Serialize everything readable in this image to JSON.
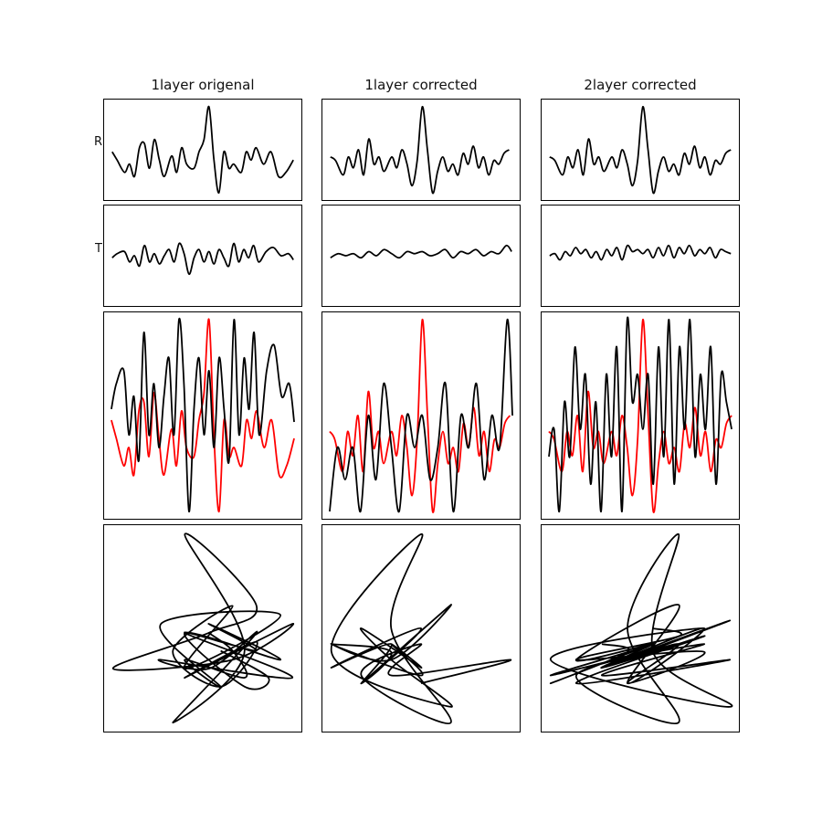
{
  "columns": [
    "1layer origenal",
    "1layer corrected",
    "2layer corrected"
  ],
  "rows": [
    "R",
    "T",
    "",
    ""
  ],
  "colors": {
    "primary": "#000000",
    "overlay": "#ff0000"
  },
  "chart_data": [
    {
      "type": "line",
      "layout": "3 columns x 4 rows of waveform panels; no axes ticks",
      "panels_per_column": [
        "R trace",
        "T trace",
        "R (red) and T (black) overlaid",
        "particle motion T vs R"
      ],
      "series": [
        {
          "name": "",
          "column": 0,
          "R": [
            [
              0.0,
              0.4
            ],
            [
              0.02,
              0.3
            ],
            [
              0.05,
              0.15
            ],
            [
              0.07,
              0.25
            ],
            [
              0.09,
              0.1
            ],
            [
              0.11,
              0.45
            ],
            [
              0.13,
              0.5
            ],
            [
              0.15,
              0.2
            ],
            [
              0.17,
              0.55
            ],
            [
              0.19,
              0.3
            ],
            [
              0.21,
              0.1
            ],
            [
              0.24,
              0.35
            ],
            [
              0.26,
              0.15
            ],
            [
              0.28,
              0.45
            ],
            [
              0.3,
              0.25
            ],
            [
              0.33,
              0.2
            ],
            [
              0.35,
              0.4
            ],
            [
              0.37,
              0.55
            ],
            [
              0.39,
              0.95
            ],
            [
              0.41,
              0.3
            ],
            [
              0.43,
              -0.1
            ],
            [
              0.45,
              0.4
            ],
            [
              0.47,
              0.2
            ],
            [
              0.49,
              0.25
            ],
            [
              0.52,
              0.15
            ],
            [
              0.54,
              0.4
            ],
            [
              0.56,
              0.3
            ],
            [
              0.58,
              0.45
            ],
            [
              0.61,
              0.25
            ],
            [
              0.64,
              0.4
            ],
            [
              0.67,
              0.1
            ],
            [
              0.7,
              0.15
            ],
            [
              0.73,
              0.3
            ]
          ],
          "T": [
            [
              0.0,
              0.1
            ],
            [
              0.02,
              0.2
            ],
            [
              0.05,
              0.25
            ],
            [
              0.07,
              0.0
            ],
            [
              0.09,
              0.15
            ],
            [
              0.11,
              -0.1
            ],
            [
              0.13,
              0.4
            ],
            [
              0.15,
              0.0
            ],
            [
              0.17,
              0.2
            ],
            [
              0.19,
              -0.05
            ],
            [
              0.21,
              0.15
            ],
            [
              0.23,
              0.3
            ],
            [
              0.25,
              0.0
            ],
            [
              0.27,
              0.45
            ],
            [
              0.29,
              0.2
            ],
            [
              0.31,
              -0.3
            ],
            [
              0.33,
              0.1
            ],
            [
              0.35,
              0.3
            ],
            [
              0.37,
              0.0
            ],
            [
              0.39,
              0.25
            ],
            [
              0.41,
              -0.05
            ],
            [
              0.43,
              0.3
            ],
            [
              0.45,
              0.1
            ],
            [
              0.47,
              -0.1
            ],
            [
              0.49,
              0.45
            ],
            [
              0.51,
              0.0
            ],
            [
              0.53,
              0.3
            ],
            [
              0.55,
              0.1
            ],
            [
              0.57,
              0.4
            ],
            [
              0.59,
              0.0
            ],
            [
              0.62,
              0.25
            ],
            [
              0.65,
              0.35
            ],
            [
              0.68,
              0.15
            ],
            [
              0.71,
              0.2
            ],
            [
              0.73,
              0.05
            ]
          ]
        },
        {
          "name": "",
          "column": 1,
          "R": [
            [
              0.0,
              0.3
            ],
            [
              0.02,
              0.25
            ],
            [
              0.05,
              0.05
            ],
            [
              0.07,
              0.3
            ],
            [
              0.09,
              0.15
            ],
            [
              0.11,
              0.4
            ],
            [
              0.13,
              0.05
            ],
            [
              0.15,
              0.55
            ],
            [
              0.17,
              0.2
            ],
            [
              0.19,
              0.3
            ],
            [
              0.21,
              0.1
            ],
            [
              0.24,
              0.3
            ],
            [
              0.26,
              0.15
            ],
            [
              0.28,
              0.4
            ],
            [
              0.3,
              0.2
            ],
            [
              0.32,
              -0.1
            ],
            [
              0.34,
              0.25
            ],
            [
              0.36,
              1.0
            ],
            [
              0.38,
              0.4
            ],
            [
              0.4,
              -0.2
            ],
            [
              0.42,
              0.1
            ],
            [
              0.44,
              0.3
            ],
            [
              0.46,
              0.1
            ],
            [
              0.48,
              0.2
            ],
            [
              0.5,
              0.05
            ],
            [
              0.52,
              0.35
            ],
            [
              0.54,
              0.2
            ],
            [
              0.56,
              0.45
            ],
            [
              0.58,
              0.15
            ],
            [
              0.6,
              0.3
            ],
            [
              0.62,
              0.05
            ],
            [
              0.64,
              0.25
            ],
            [
              0.66,
              0.2
            ],
            [
              0.68,
              0.35
            ],
            [
              0.7,
              0.4
            ]
          ],
          "T": [
            [
              0.0,
              0.1
            ],
            [
              0.03,
              0.2
            ],
            [
              0.06,
              0.15
            ],
            [
              0.09,
              0.2
            ],
            [
              0.12,
              0.1
            ],
            [
              0.15,
              0.25
            ],
            [
              0.18,
              0.15
            ],
            [
              0.21,
              0.3
            ],
            [
              0.24,
              0.2
            ],
            [
              0.27,
              0.1
            ],
            [
              0.3,
              0.25
            ],
            [
              0.33,
              0.2
            ],
            [
              0.36,
              0.25
            ],
            [
              0.39,
              0.15
            ],
            [
              0.42,
              0.2
            ],
            [
              0.45,
              0.3
            ],
            [
              0.48,
              0.1
            ],
            [
              0.51,
              0.25
            ],
            [
              0.54,
              0.2
            ],
            [
              0.57,
              0.3
            ],
            [
              0.6,
              0.15
            ],
            [
              0.63,
              0.25
            ],
            [
              0.66,
              0.2
            ],
            [
              0.69,
              0.4
            ],
            [
              0.71,
              0.25
            ]
          ]
        },
        {
          "name": "",
          "column": 2,
          "R": [
            [
              0.0,
              0.3
            ],
            [
              0.02,
              0.25
            ],
            [
              0.05,
              0.05
            ],
            [
              0.07,
              0.3
            ],
            [
              0.09,
              0.15
            ],
            [
              0.11,
              0.4
            ],
            [
              0.13,
              0.05
            ],
            [
              0.15,
              0.55
            ],
            [
              0.17,
              0.2
            ],
            [
              0.19,
              0.3
            ],
            [
              0.21,
              0.1
            ],
            [
              0.24,
              0.3
            ],
            [
              0.26,
              0.15
            ],
            [
              0.28,
              0.4
            ],
            [
              0.3,
              0.2
            ],
            [
              0.32,
              -0.1
            ],
            [
              0.34,
              0.25
            ],
            [
              0.36,
              1.0
            ],
            [
              0.38,
              0.4
            ],
            [
              0.4,
              -0.2
            ],
            [
              0.42,
              0.1
            ],
            [
              0.44,
              0.3
            ],
            [
              0.46,
              0.1
            ],
            [
              0.48,
              0.2
            ],
            [
              0.5,
              0.05
            ],
            [
              0.52,
              0.35
            ],
            [
              0.54,
              0.2
            ],
            [
              0.56,
              0.45
            ],
            [
              0.58,
              0.15
            ],
            [
              0.6,
              0.3
            ],
            [
              0.62,
              0.05
            ],
            [
              0.64,
              0.25
            ],
            [
              0.66,
              0.2
            ],
            [
              0.68,
              0.35
            ],
            [
              0.7,
              0.4
            ]
          ],
          "T": [
            [
              0.0,
              0.15
            ],
            [
              0.02,
              0.2
            ],
            [
              0.04,
              0.05
            ],
            [
              0.06,
              0.25
            ],
            [
              0.08,
              0.15
            ],
            [
              0.1,
              0.35
            ],
            [
              0.12,
              0.2
            ],
            [
              0.14,
              0.3
            ],
            [
              0.16,
              0.1
            ],
            [
              0.18,
              0.25
            ],
            [
              0.2,
              0.05
            ],
            [
              0.22,
              0.3
            ],
            [
              0.24,
              0.15
            ],
            [
              0.26,
              0.35
            ],
            [
              0.28,
              0.05
            ],
            [
              0.3,
              0.4
            ],
            [
              0.32,
              0.25
            ],
            [
              0.34,
              0.3
            ],
            [
              0.36,
              0.2
            ],
            [
              0.38,
              0.3
            ],
            [
              0.4,
              0.1
            ],
            [
              0.42,
              0.35
            ],
            [
              0.44,
              0.15
            ],
            [
              0.46,
              0.4
            ],
            [
              0.48,
              0.1
            ],
            [
              0.5,
              0.35
            ],
            [
              0.52,
              0.2
            ],
            [
              0.54,
              0.4
            ],
            [
              0.56,
              0.15
            ],
            [
              0.58,
              0.3
            ],
            [
              0.6,
              0.2
            ],
            [
              0.62,
              0.35
            ],
            [
              0.64,
              0.1
            ],
            [
              0.66,
              0.3
            ],
            [
              0.68,
              0.25
            ],
            [
              0.7,
              0.2
            ]
          ]
        }
      ]
    }
  ]
}
